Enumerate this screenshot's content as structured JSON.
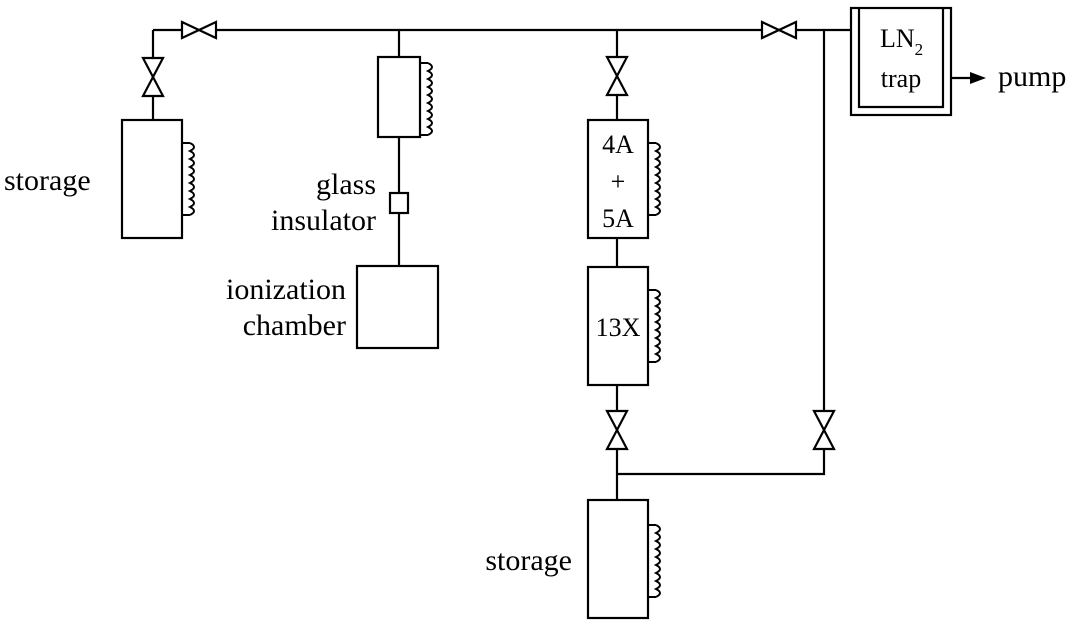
{
  "labels": {
    "storage_left": "storage",
    "glass_line1": "glass",
    "glass_line2": "insulator",
    "ion_line1": "ionization",
    "ion_line2": "chamber",
    "trap_main": "LN",
    "trap_sub": "2",
    "trap_word": "trap",
    "pump": "pump",
    "sieve_line1": "4A",
    "sieve_line2": "+",
    "sieve_line3": "5A",
    "sieve_13x": "13X",
    "storage_bottom": "storage"
  },
  "colors": {
    "line": "#000000",
    "background": "#ffffff"
  }
}
